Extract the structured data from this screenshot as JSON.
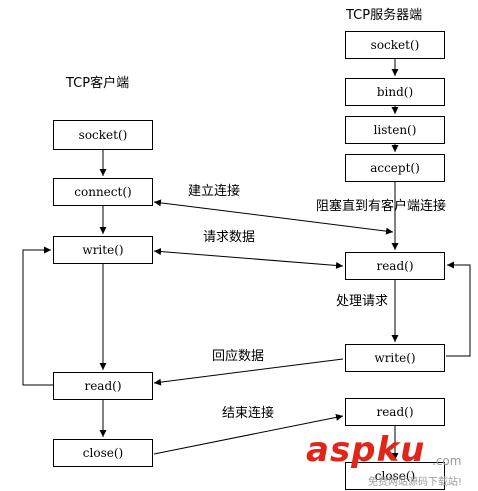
{
  "client": {
    "title": "TCP客户端",
    "boxes": {
      "socket": "socket()",
      "connect": "connect()",
      "write": "write()",
      "read": "read()",
      "close": "close()"
    }
  },
  "server": {
    "title": "TCP服务器端",
    "boxes": {
      "socket": "socket()",
      "bind": "bind()",
      "listen": "listen()",
      "accept": "accept()",
      "read": "read()",
      "write": "write()",
      "read2": "read()",
      "close": "close()"
    }
  },
  "labels": {
    "connect": "建立连接",
    "block": "阻塞直到有客户端连接",
    "request": "请求数据",
    "process": "处理请求",
    "response": "回应数据",
    "end": "结束连接"
  },
  "watermark": {
    "logo": "aspku",
    "suffix": ".com",
    "tagline": "免费网站源码下载站!",
    "colors": {
      "red": "#e0261b",
      "gray": "#9a9a9a"
    }
  }
}
